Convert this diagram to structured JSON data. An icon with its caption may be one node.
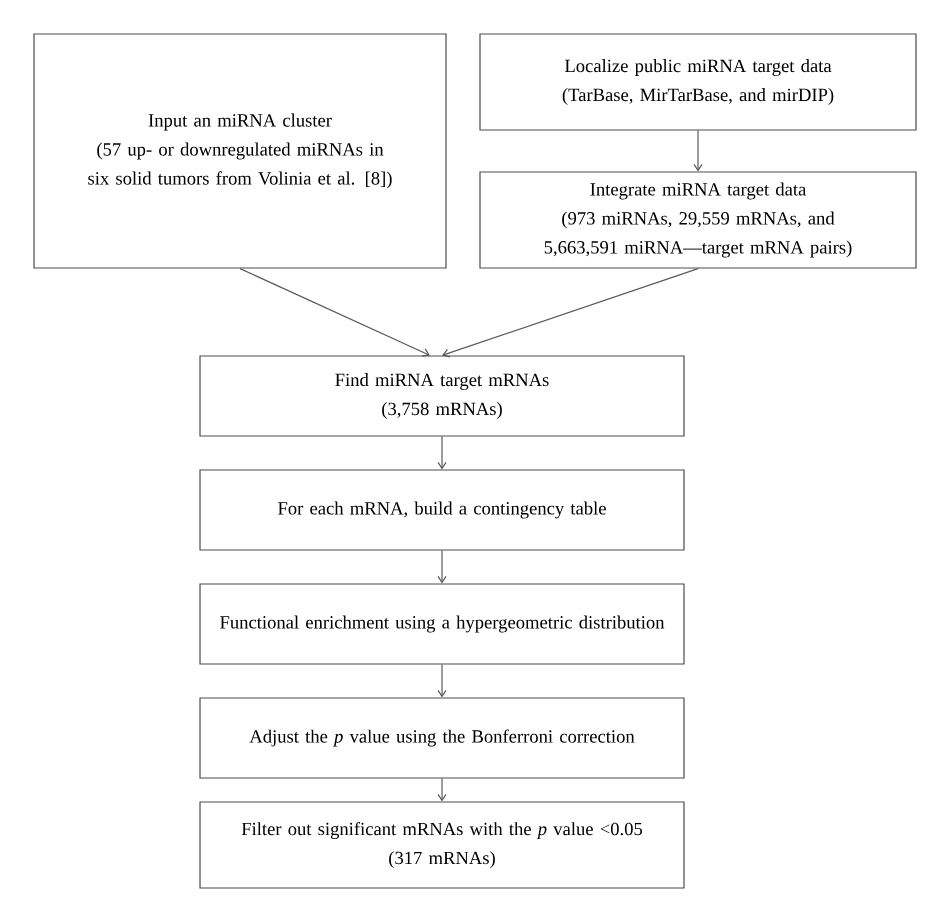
{
  "diagram": {
    "nodes": [
      {
        "text": [
          "Input an miRNA cluster",
          "(57 up- or downregulated miRNAs in six solid tumors from Volinia et al. [8])"
        ]
      },
      {
        "text": [
          "Localize public miRNA target data",
          "(TarBase, MirTarBase, and mirDIP)"
        ]
      },
      {
        "text": [
          "Integrate miRNA target data",
          "(973 miRNAs, 29,559 mRNAs, and 5,663,591 miRNA—target mRNA pairs)"
        ]
      },
      {
        "text": [
          "Find miRNA target mRNAs",
          "(3,758 mRNAs)"
        ]
      },
      {
        "text": [
          "For each mRNA, build a contingency table"
        ]
      },
      {
        "text": [
          "Functional enrichment using a hypergeometric distribution"
        ]
      },
      {
        "text": [
          "Adjust the *p* value using the Bonferroni correction"
        ]
      },
      {
        "text": [
          "Filter out significant mRNAs with the *p* value <0.05",
          "(317 mRNAs)"
        ]
      }
    ],
    "edges": [
      {
        "from": 0,
        "to": 3,
        "arrow": "to"
      },
      {
        "from": 1,
        "to": 2,
        "arrow": "to"
      },
      {
        "from": 2,
        "to": 3,
        "arrow": "to"
      },
      {
        "from": 3,
        "to": 4,
        "arrow": "to"
      },
      {
        "from": 4,
        "to": 5,
        "arrow": "to"
      },
      {
        "from": 5,
        "to": 6,
        "arrow": "to"
      },
      {
        "from": 6,
        "to": 7,
        "arrow": "to"
      }
    ]
  }
}
